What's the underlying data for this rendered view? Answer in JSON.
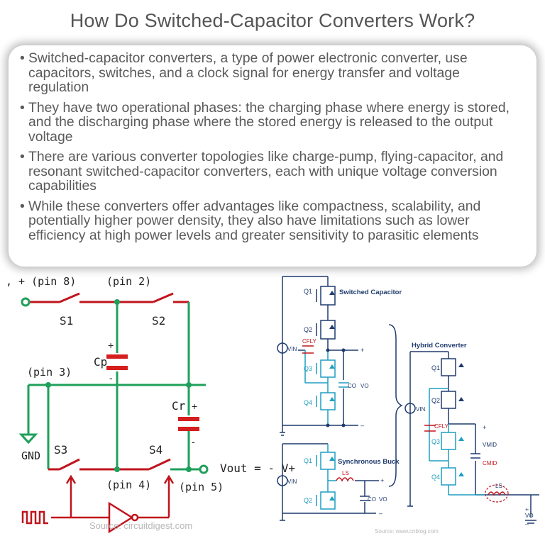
{
  "title": "How Do Switched-Capacitor Converters Work?",
  "bullets": [
    "Switched-capacitor converters, a type of power electronic converter, use capacitors, switches, and a clock signal for energy transfer and voltage regulation",
    "They have two operational phases: the charging phase where energy is stored, and the discharging phase where the stored energy is released to the output voltage",
    "There are various converter topologies like charge-pump, flying-capacitor, and resonant switched-capacitor converters, each with unique voltage conversion capabilities",
    "While these converters offer advantages like compactness, scalability, and potentially higher power density, they also have limitations such as lower efficiency at high power levels and greater sensitivity to parasitic elements"
  ],
  "left_diagram": {
    "pin8": ", + (pin 8)",
    "pin2": "(pin 2)",
    "pin3": "(pin 3)",
    "pin4": "(pin 4)",
    "pin5": "(pin 5)",
    "s1": "S1",
    "s2": "S2",
    "s3": "S3",
    "s4": "S4",
    "cp": "Cp",
    "cr": "Cr",
    "gnd": "GND",
    "plus": "+",
    "minus": "-",
    "vout": "Vout = - V+",
    "source": "Source: circuitdigest.com",
    "colors": {
      "wire_red": "#c0141c",
      "wire_green": "#1fa05a",
      "cap_red": "#d51e1e"
    }
  },
  "right_diagram": {
    "switched_capacitor": "Switched Capacitor",
    "synchronous_buck": "Synchronous Buck",
    "hybrid_converter": "Hybrid Converter",
    "q1": "Q1",
    "q2": "Q2",
    "q3": "Q3",
    "q4": "Q4",
    "vin": "VIN",
    "cfly": "CFLY",
    "co": "CO",
    "vo": "VO",
    "ls": "LS",
    "cmid": "CMID",
    "vmid": "VMID",
    "plus": "+",
    "minus": "–",
    "source": "Source: www.cnblog.com",
    "colors": {
      "dark": "#1f3b6e",
      "cyan": "#1e9ec2",
      "red": "#c0141c"
    }
  }
}
